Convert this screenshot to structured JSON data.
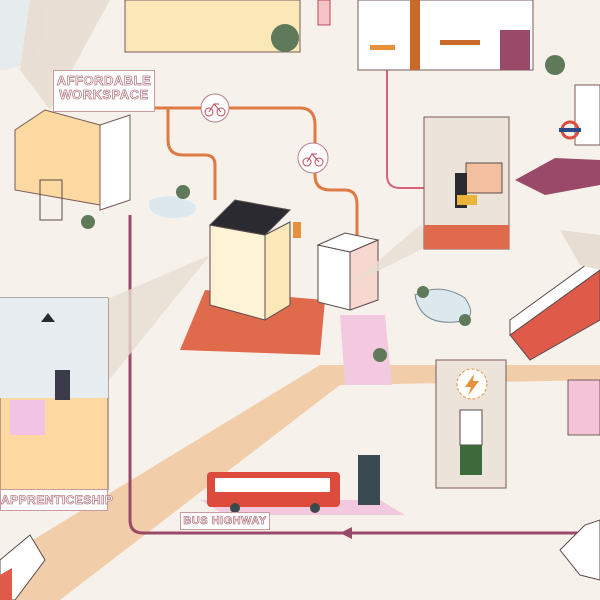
{
  "labels": {
    "affordable_workspace": "AFFORDABLE WORKSPACE",
    "apprenticeship": "APPRENTICESHIP",
    "bus_highway": "BUS HIGHWAY"
  },
  "colors": {
    "background": "#f6f2eb",
    "road": "#f2cda9",
    "route_line": "#9a4a68",
    "cycle_route": "#e07a45",
    "bus": "#dd4b3c",
    "train": "#e05a4a",
    "plaza": "#e06a4c"
  },
  "icons": [
    "bicycle-icon",
    "bicycle-icon",
    "lightning-icon",
    "arrow-left-icon",
    "underground-roundel-icon"
  ]
}
